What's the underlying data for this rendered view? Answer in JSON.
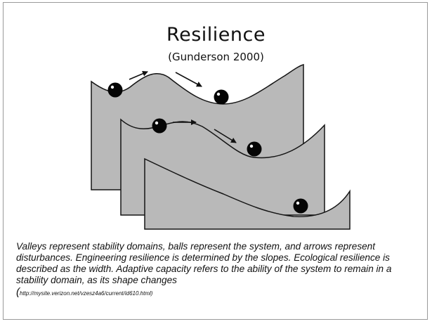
{
  "slide": {
    "title": "Resilience",
    "subtitle": "(Gunderson 2000)",
    "caption": "Valleys represent stability domains, balls represent the system, and arrows represent disturbances. Engineering resilience is determined by the slopes. Ecological resilience is described as the width. Adaptive capacity refers to the ability of the system to remain in a stability domain, as its shape changes",
    "url_open_paren": "(",
    "url": "http://mysite.verizon.net/vzesz4a6/current/id610.html)"
  },
  "colors": {
    "panel_fill": "#b9b9b9",
    "panel_stroke": "#141414",
    "ball": "#050505",
    "ball_highlight": "#ffffff"
  }
}
